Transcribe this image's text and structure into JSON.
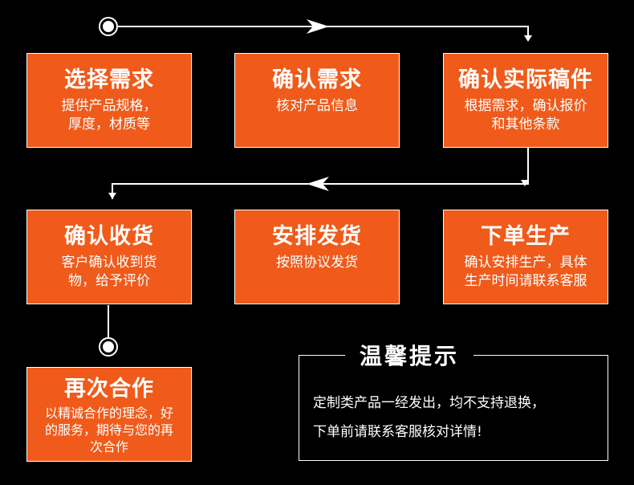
{
  "steps": [
    {
      "title": "选择需求",
      "desc": [
        "提供产品规格，",
        "厚度，材质等"
      ]
    },
    {
      "title": "确认需求",
      "desc": [
        "核对产品信息"
      ]
    },
    {
      "title": "确认实际稿件",
      "desc": [
        "根据需求，确认报价",
        "和其他条款"
      ]
    },
    {
      "title": "确认收货",
      "desc": [
        "客户确认收到货",
        "物，给予评价"
      ]
    },
    {
      "title": "安排发货",
      "desc": [
        "按照协议发货"
      ]
    },
    {
      "title": "下单生产",
      "desc": [
        "确认安排生产，具体",
        "生产时间请联系客服"
      ]
    },
    {
      "title": "再次合作",
      "desc": [
        "以精诚合作的理念，好",
        "的服务，期待与您的再",
        "次合作"
      ]
    }
  ],
  "notice": {
    "title": "温馨提示",
    "lines": [
      "定制类产品一经发出，均不支持退换，",
      "下单前请联系客服核对详情!"
    ]
  },
  "colors": {
    "box": "#f05a1a",
    "background": "#000000",
    "line": "#ffffff"
  }
}
